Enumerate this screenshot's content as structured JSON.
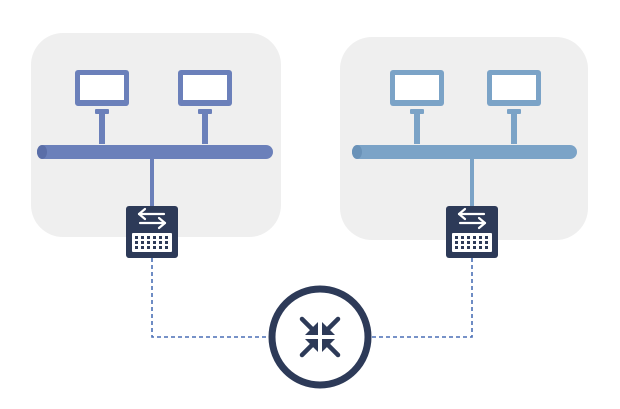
{
  "colors": {
    "background": "#ffffff",
    "panel": "#efefef",
    "lan_left": "#6b80ba",
    "lan_right": "#7ba3c7",
    "switch_body": "#2d3a58",
    "switch_grille": "#ffffff",
    "link_dashed": "#4a6fb5",
    "router_ring": "#2d3a58",
    "router_fill": "#ffffff"
  },
  "networks": [
    {
      "name": "lan-left",
      "hosts": 2,
      "color_key": "lan_left"
    },
    {
      "name": "lan-right",
      "hosts": 2,
      "color_key": "lan_right"
    }
  ],
  "icons": {
    "host": "monitor-icon",
    "switch": "network-switch-icon",
    "router": "router-icon"
  },
  "links": [
    {
      "from": "switch-left",
      "to": "router",
      "style": "dashed"
    },
    {
      "from": "switch-right",
      "to": "router",
      "style": "dashed"
    }
  ]
}
